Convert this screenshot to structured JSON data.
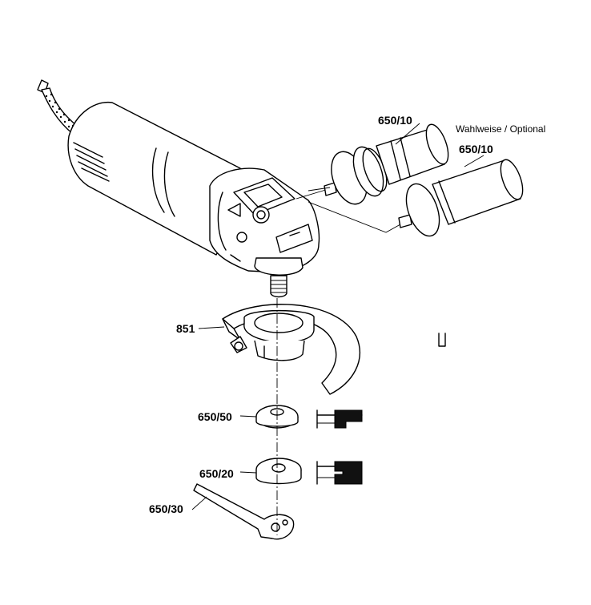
{
  "labels": {
    "side_handle_top": "650/10",
    "side_handle_note": "Wahlweise / Optional",
    "side_handle_bottom": "650/10",
    "guard": "851",
    "flange": "650/50",
    "nut": "650/20",
    "spanner": "650/30"
  }
}
